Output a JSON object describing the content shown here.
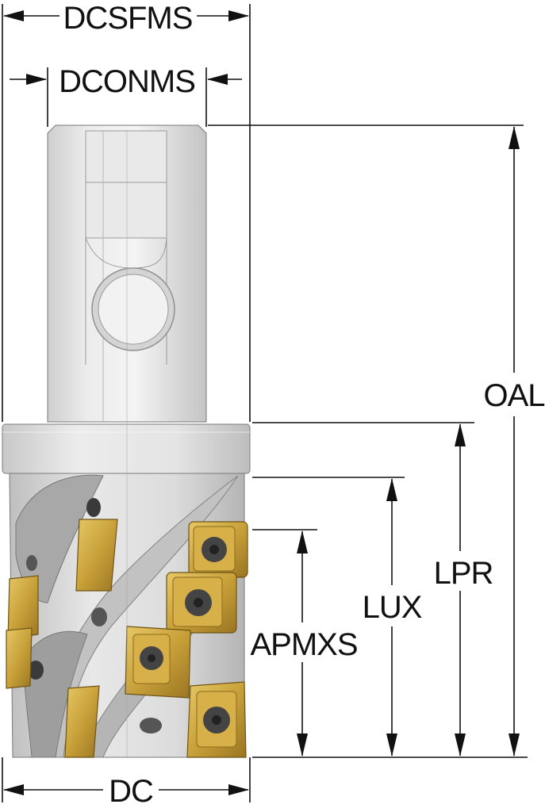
{
  "diagram": {
    "dimensions": [
      {
        "id": "DCSFMS",
        "label": "DCSFMS"
      },
      {
        "id": "DCONMS",
        "label": "DCONMS"
      },
      {
        "id": "OAL",
        "label": "OAL"
      },
      {
        "id": "LPR",
        "label": "LPR"
      },
      {
        "id": "LUX",
        "label": "LUX"
      },
      {
        "id": "APMXS",
        "label": "APMXS"
      },
      {
        "id": "DC",
        "label": "DC"
      }
    ]
  },
  "colors": {
    "steel_light": "#e6e6e6",
    "steel_mid": "#cfcfcf",
    "steel_dark": "#a9a9a9",
    "insert_gold": "#c9a13a",
    "insert_gold_light": "#e2c56a",
    "insert_gold_dark": "#8d6b1c",
    "line": "#111111"
  }
}
